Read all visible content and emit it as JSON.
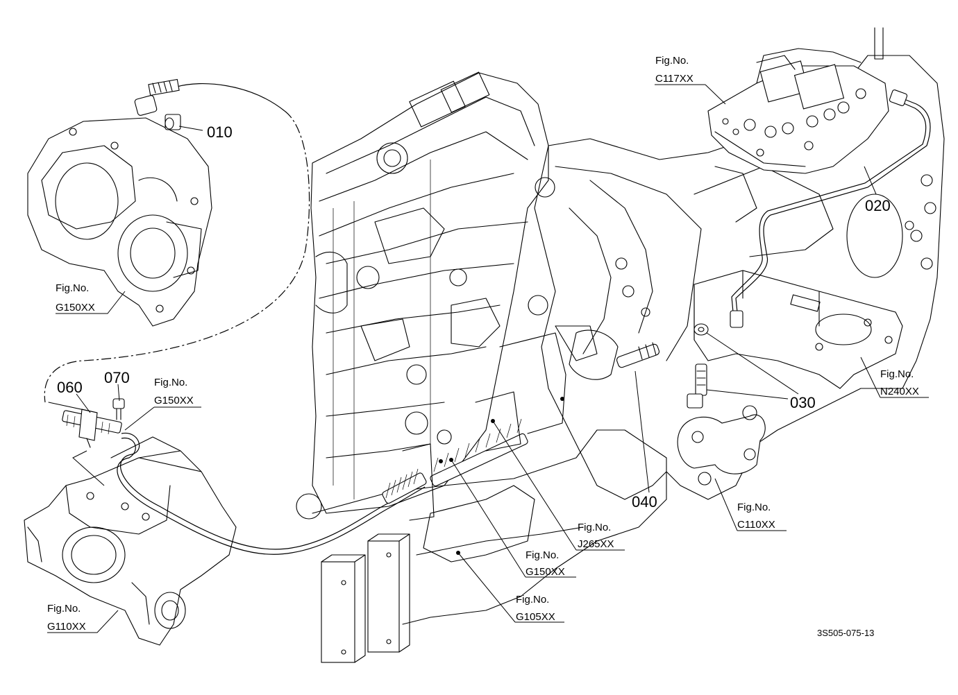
{
  "parts": [
    "010",
    "020",
    "030",
    "040",
    "060",
    "070"
  ],
  "fig_prefix": "Fig.No.",
  "figures": [
    "C117XX",
    "G150XX",
    "G150XX",
    "N240XX",
    "C110XX",
    "J265XX",
    "G150XX",
    "G105XX",
    "G110XX"
  ],
  "drawing_code": "3S505-075-13"
}
